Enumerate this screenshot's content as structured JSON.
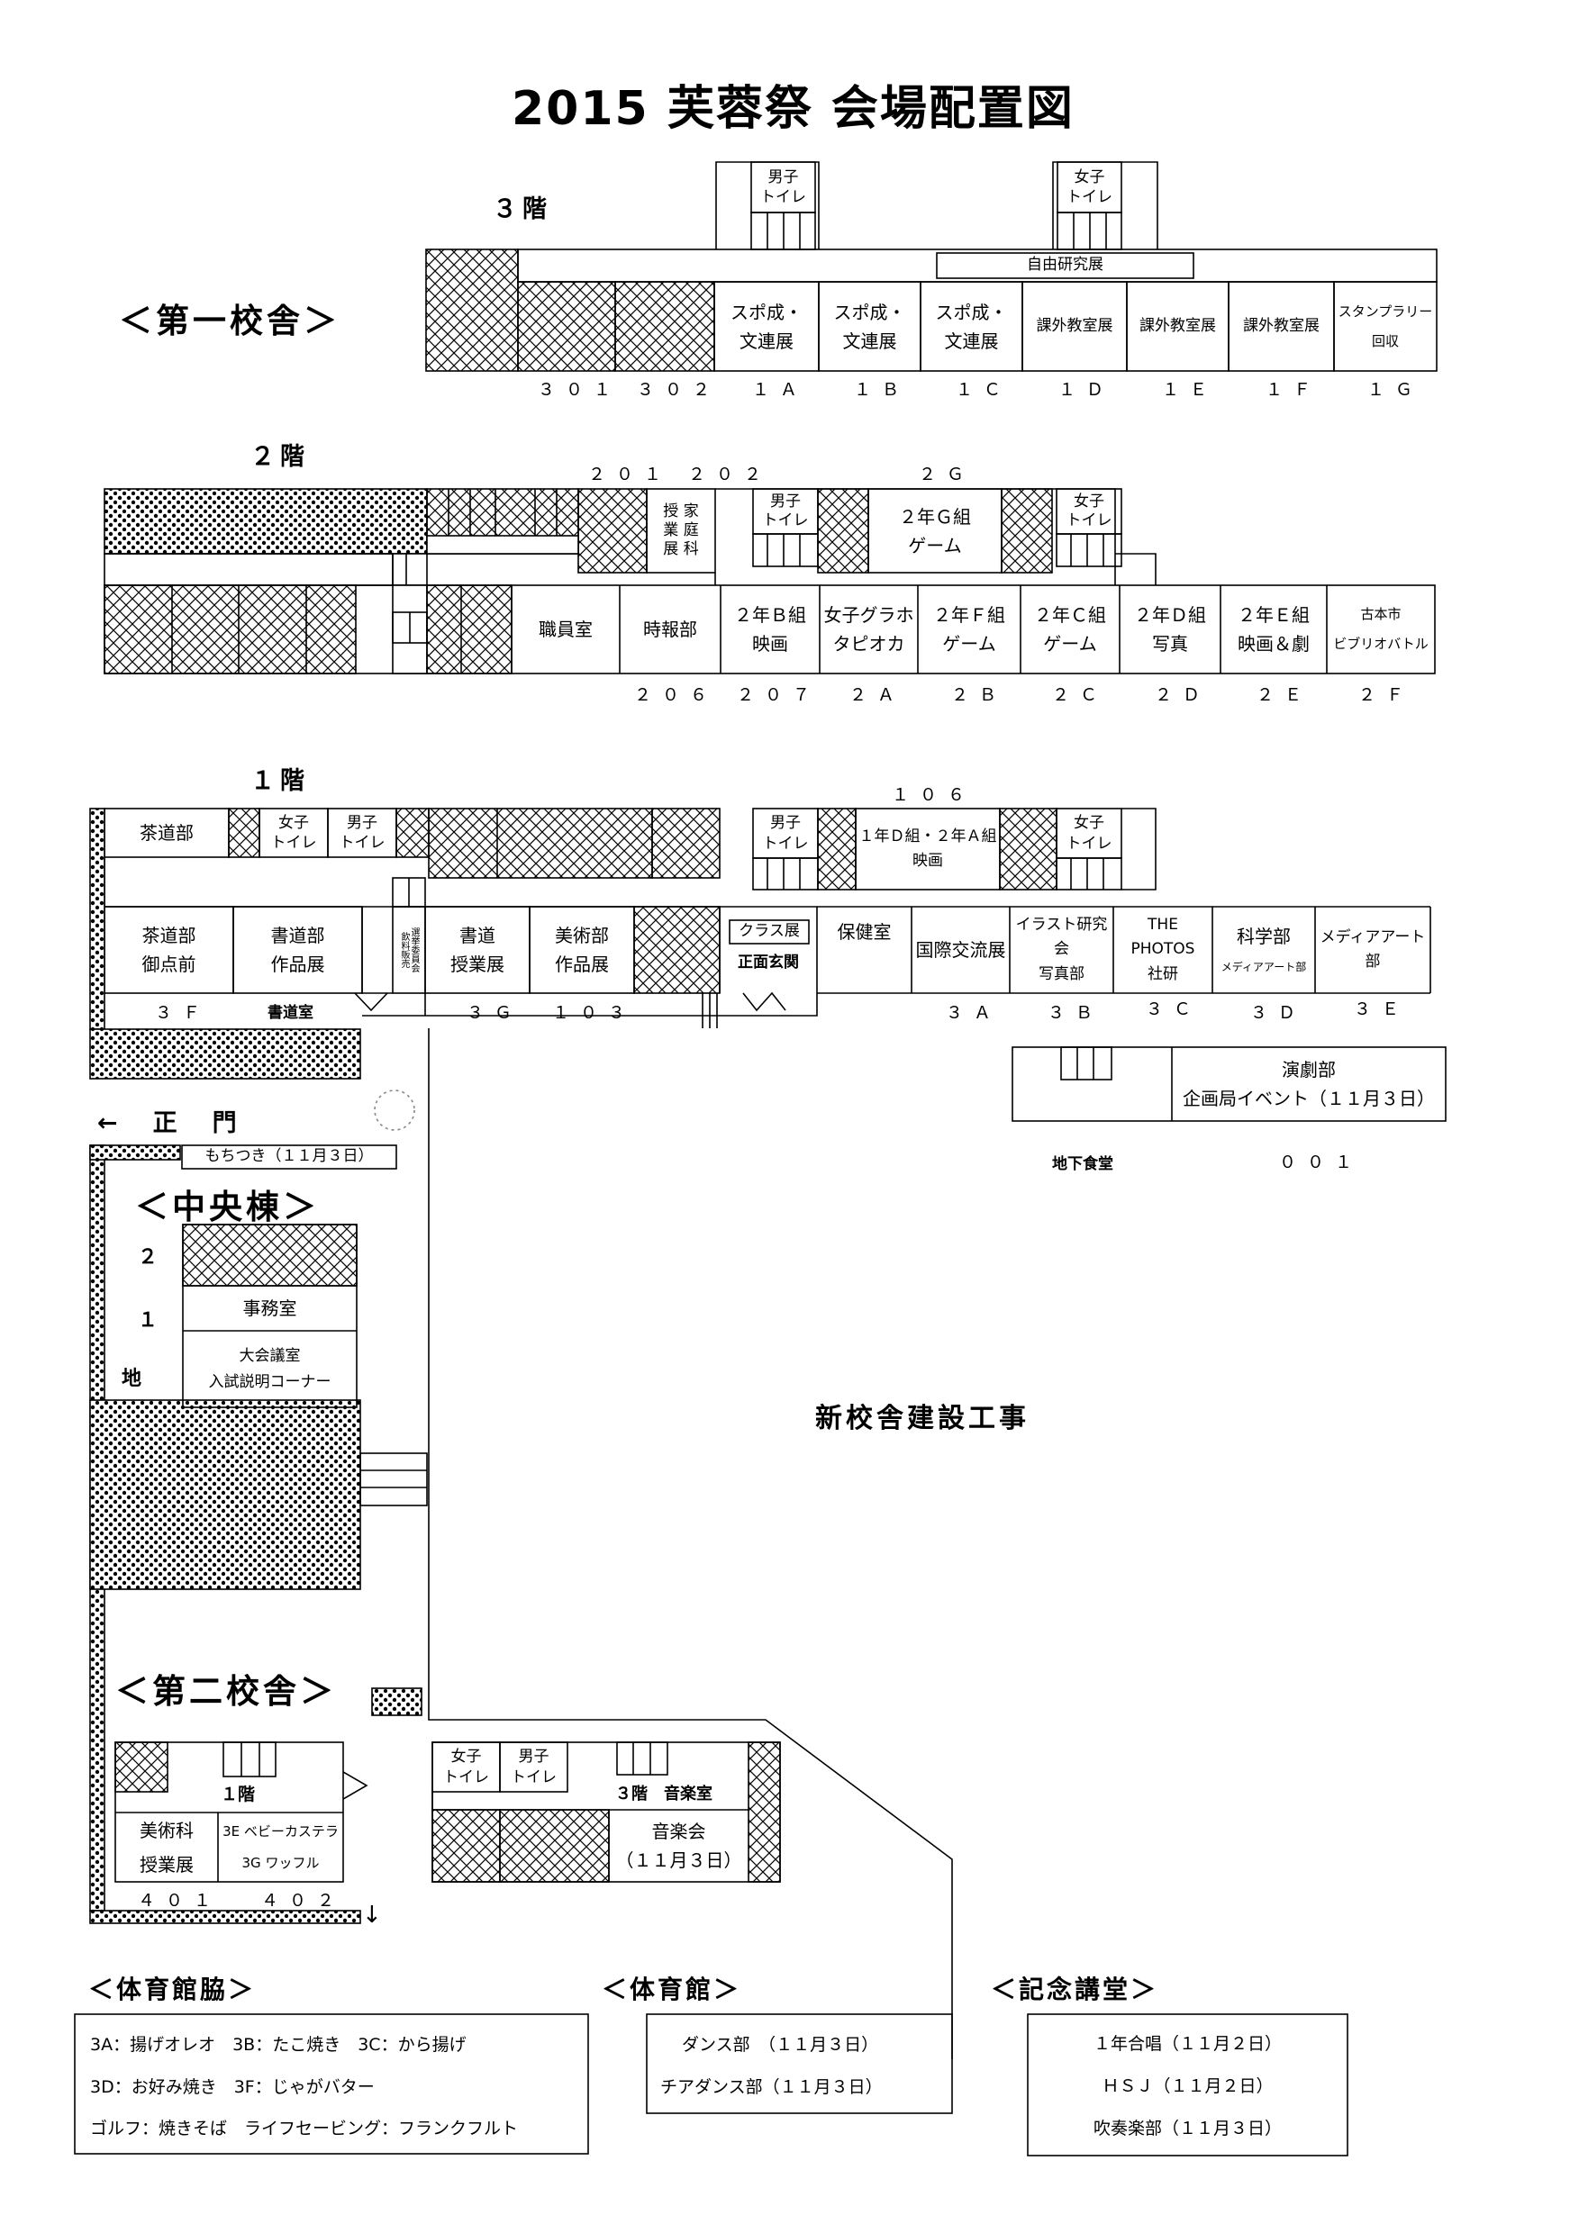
{
  "title": "2015 芙蓉祭 会場配置図",
  "buildings": {
    "first": "＜第一校舎＞",
    "central": "＜中央棟＞",
    "second": "＜第二校舎＞"
  },
  "floors": {
    "f3": "３階",
    "f2": "２階",
    "f1": "１階"
  },
  "common": {
    "boys": "男子\nトイレ",
    "girls": "女子\nトイレ"
  },
  "f3": {
    "free": "自由研究展",
    "rooms": [
      "スポ成・\n文連展",
      "スポ成・\n文連展",
      "スポ成・\n文連展",
      "課外教室展",
      "課外教室展",
      "課外教室展",
      "スタンプラリー\n回収"
    ],
    "nums": [
      "３０１",
      "３０２",
      "１Ａ",
      "１Ｂ",
      "１Ｃ",
      "１Ｄ",
      "１Ｅ",
      "１Ｆ",
      "１Ｇ"
    ]
  },
  "f2": {
    "top_nums": "２０１ ２０２",
    "top_2g": "２Ｇ",
    "katei": "授 家\n業 庭\n展 科",
    "game_g": "２年Ｇ組\nゲーム",
    "rooms": [
      "職員室",
      "時報部",
      "２年Ｂ組\n映画",
      "女子グラホ\nタピオカ",
      "２年Ｆ組\nゲーム",
      "２年Ｃ組\nゲーム",
      "２年Ｄ組\n写真",
      "２年Ｅ組\n映画＆劇",
      "古本市\nビブリオバトル"
    ],
    "nums": [
      "２０６",
      "２０７",
      "２Ａ",
      "２Ｂ",
      "２Ｃ",
      "２Ｄ",
      "２Ｅ",
      "２Ｆ"
    ]
  },
  "f1": {
    "sado": "茶道部",
    "num106": "１０６",
    "movie": "１年Ｄ組・２年Ａ組\n映画",
    "sado2": "茶道部\n御点前",
    "shodo": "書道部\n作品展",
    "senkyo": "選挙委員会\n飲料販売",
    "shodo_ju": "書道\n授業展",
    "bijutsu": "美術部\n作品展",
    "class_ten": "クラス展",
    "genkan": "正面玄関",
    "hoken": "保健室",
    "kokusai": "国際交流展",
    "illust": "イラスト研究会\n写真部",
    "photos": "THE PHOTOS\n社研",
    "kagaku": "科学部",
    "kagaku_sub": "メディアアート部",
    "media": "メディアアート部",
    "nums": [
      "３Ｆ",
      "書道室",
      "３Ｇ",
      "１０３",
      "３Ａ",
      "３Ｂ",
      "３Ｃ",
      "３Ｄ",
      "３Ｅ"
    ],
    "engeki": "演劇部\n企画局イベント（１１月３日）",
    "chika": "地下食堂",
    "num001": "００１"
  },
  "seimon": "←　正　門",
  "mochi": "もちつき（１１月３日）",
  "central": {
    "levels": [
      "２",
      "１",
      "地"
    ],
    "jimu": "事務室",
    "daikai": "大会議室\n入試説明コーナー"
  },
  "construction": "新校舎建設工事",
  "second": {
    "f1": "１階",
    "bijutsuka": "美術科\n授業展",
    "baby": "3E  ベビーカステラ\n3G  ワッフル",
    "nums": [
      "４０１",
      "４０２"
    ],
    "f3": "３階　音楽室",
    "concert": "音楽会\n（１１月３日）",
    "arrow": "↓"
  },
  "gym_side": {
    "title": "＜体育館脇＞",
    "lines": [
      "3A：揚げオレオ　3B：たこ焼き　3C：から揚げ",
      "3D：お好み焼き　3F：じゃがバター",
      "ゴルフ：焼きそば　ライフセービング：フランクフルト"
    ]
  },
  "gym": {
    "title": "＜体育館＞",
    "lines": [
      "ダンス部　（１１月３日）",
      "チアダンス部（１１月３日）"
    ]
  },
  "hall": {
    "title": "＜記念講堂＞",
    "lines": [
      "１年合唱（１１月２日）",
      "ＨＳＪ（１１月２日）",
      "吹奏楽部（１１月３日）"
    ]
  }
}
